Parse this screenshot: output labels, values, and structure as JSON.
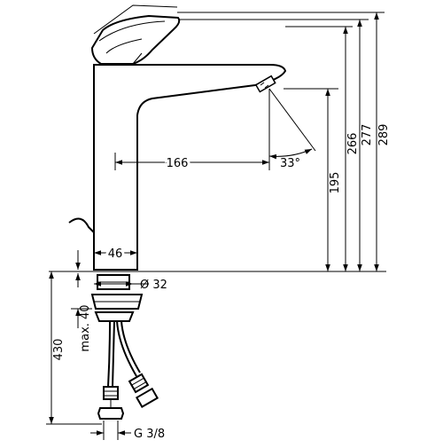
{
  "drawing": {
    "dimensions": {
      "overall_289": "289",
      "to_lever_277": "277",
      "to_spout_266": "266",
      "spout_outlet_195": "195",
      "projection_166": "166",
      "spout_angle": "33°",
      "body_width_46": "46",
      "hole_diameter": "Ø 32",
      "mounting_max": "max. 40",
      "hose_length_430": "430",
      "connection_thread": "G 3/8"
    }
  }
}
